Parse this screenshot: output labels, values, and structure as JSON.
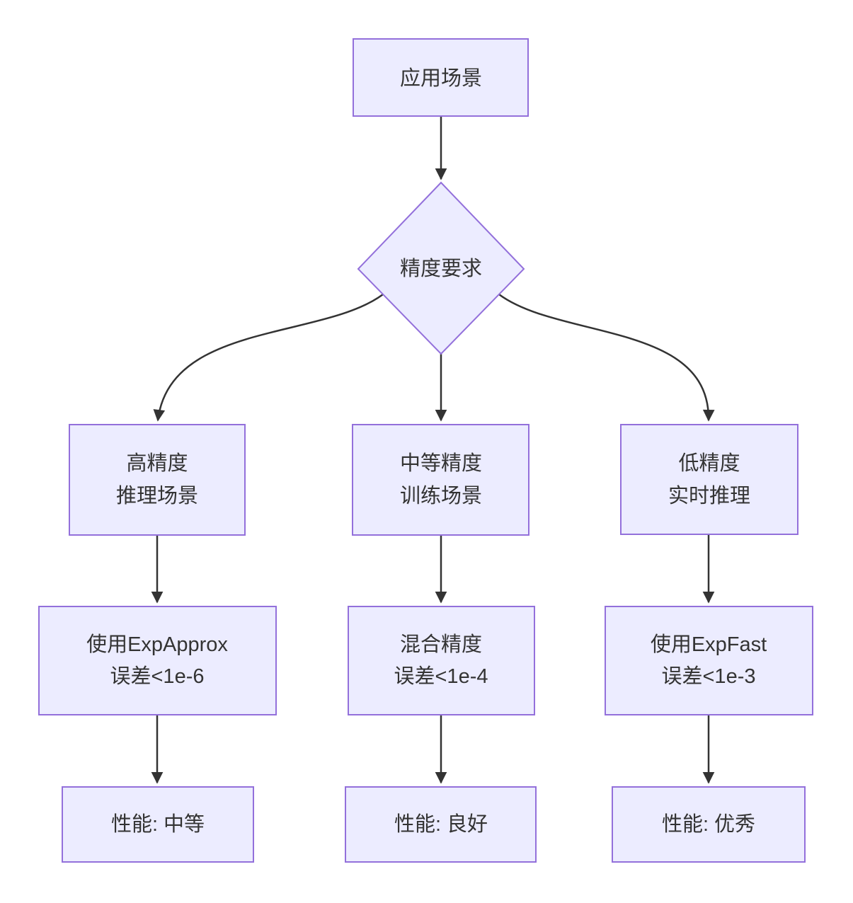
{
  "diagram": {
    "type": "flowchart",
    "direction": "top-down",
    "colors": {
      "node_fill": "#ECECFF",
      "node_border": "#9370DB",
      "edge_color": "#333333",
      "text_color": "#333333",
      "background": "#FFFFFF"
    },
    "nodes": {
      "start": {
        "shape": "rect",
        "label": "应用场景"
      },
      "decision": {
        "shape": "diamond",
        "label": "精度要求"
      },
      "high": {
        "shape": "rect",
        "line1": "高精度",
        "line2": "推理场景"
      },
      "medium": {
        "shape": "rect",
        "line1": "中等精度",
        "line2": "训练场景"
      },
      "low": {
        "shape": "rect",
        "line1": "低精度",
        "line2": "实时推理"
      },
      "exp_approx": {
        "shape": "rect",
        "line1": "使用ExpApprox",
        "line2": "误差<1e-6"
      },
      "mixed": {
        "shape": "rect",
        "line1": "混合精度",
        "line2": "误差<1e-4"
      },
      "exp_fast": {
        "shape": "rect",
        "line1": "使用ExpFast",
        "line2": "误差<1e-3"
      },
      "perf_medium": {
        "shape": "rect",
        "label": "性能: 中等"
      },
      "perf_good": {
        "shape": "rect",
        "label": "性能: 良好"
      },
      "perf_excellent": {
        "shape": "rect",
        "label": "性能: 优秀"
      }
    },
    "edges": [
      {
        "from": "start",
        "to": "decision"
      },
      {
        "from": "decision",
        "to": "high"
      },
      {
        "from": "decision",
        "to": "medium"
      },
      {
        "from": "decision",
        "to": "low"
      },
      {
        "from": "high",
        "to": "exp_approx"
      },
      {
        "from": "medium",
        "to": "mixed"
      },
      {
        "from": "low",
        "to": "exp_fast"
      },
      {
        "from": "exp_approx",
        "to": "perf_medium"
      },
      {
        "from": "mixed",
        "to": "perf_good"
      },
      {
        "from": "exp_fast",
        "to": "perf_excellent"
      }
    ]
  }
}
